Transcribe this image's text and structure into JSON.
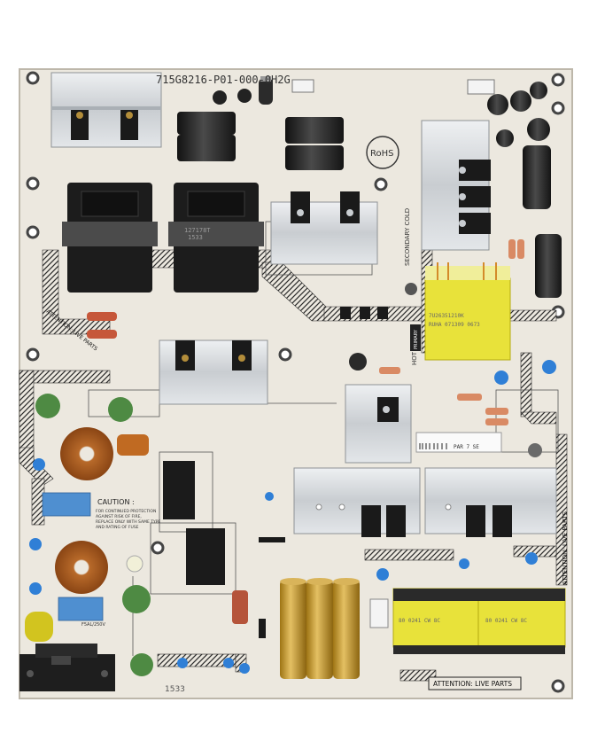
{
  "image": {
    "subject": "television power supply circuit board",
    "colors": {
      "board": "#ece8df",
      "silkscreen": "#3a3a3a",
      "heatsink": "#d7dadd",
      "transformer_yellow": "#e8e23a",
      "inductor_black": "#1e1e1e",
      "capacitor_gold": "#c89a2a",
      "varistor_blue": "#2f7fd6",
      "thermistor_green": "#4e8a43",
      "xcap_blue": "#4f8fd0"
    }
  },
  "board": {
    "part_number": "715G8216-P01-000-0H2G",
    "rohs_mark": "RoHS",
    "attention_bottom": "ATTENTION: LIVE PARTS",
    "attention_right": "ATTENTION: LIVE PARTS",
    "attention_left": "ATTENTION: LIVE PARTS",
    "caution_title": "CAUTION :",
    "caution_lines": [
      "FOR CONTINUED PROTECTION",
      "AGAINST RISK OF FIRE,",
      "REPLACE ONLY WITH SAME TYPE",
      "AND RATING OF FUSE"
    ],
    "fuse_rating": "F5AL/250V",
    "secondary_cold": "SECONDARY COLD",
    "hot_label": "HOT",
    "primary_label": "PRIMARY",
    "handwritten": "1533",
    "left_inductor_label_1": "127178T",
    "left_inductor_label_2": "1533",
    "yellow_transformer_top_1": "7U26351210K",
    "yellow_transformer_top_2": "RUHA 071309 0673",
    "bottom_transformer_1": "80 0241 CW 8C",
    "bottom_transformer_2": "80 0241 CW 8C",
    "mid_heatsink_sticker": "PAR 7 SE"
  }
}
